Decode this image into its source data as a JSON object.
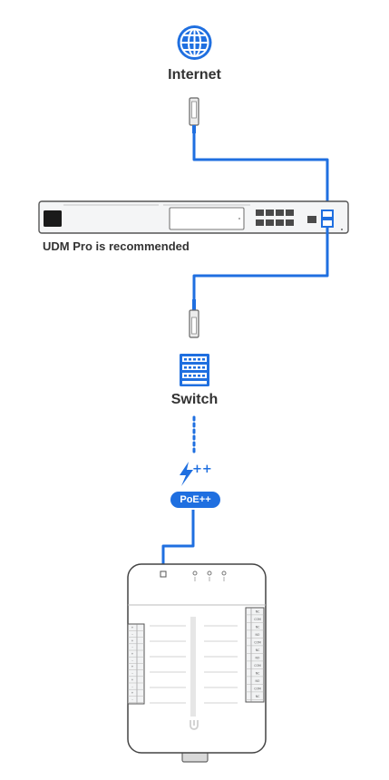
{
  "labels": {
    "internet": "Internet",
    "udm": "UDM Pro is recommended",
    "switch": "Switch",
    "poe": "PoE++",
    "poe_icon_text": "++"
  },
  "terminals": {
    "left": [
      "+",
      "–",
      "+",
      "–",
      "+",
      "–",
      "+",
      "–",
      "+",
      "–",
      "+",
      "–"
    ],
    "right": [
      "NC",
      "COM",
      "NC",
      "NO",
      "COM",
      "NC",
      "NO",
      "COM",
      "NC",
      "NO",
      "COM",
      "NC"
    ]
  },
  "colors": {
    "accent": "#1f6fe0",
    "text": "#333333",
    "device_outline": "#555555",
    "device_fill": "#f2f3f4"
  },
  "icons": [
    "globe-icon",
    "sfp-module-icon",
    "switch-icon",
    "lightning-icon"
  ]
}
